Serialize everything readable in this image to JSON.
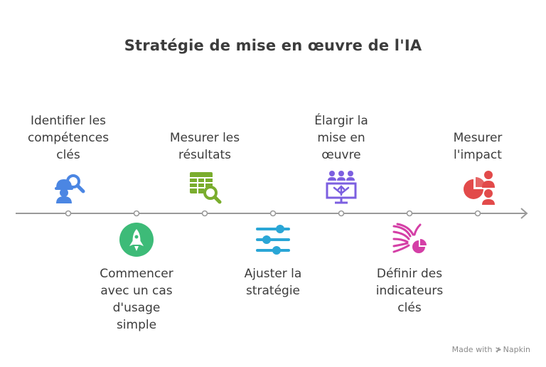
{
  "title": "Stratégie de mise en œuvre de l'IA",
  "steps": [
    {
      "label": "Identifier les\ncompétences\nclés",
      "position": "top",
      "icon": "worker-search-icon",
      "color": "#4b86e3"
    },
    {
      "label": "Commencer\navec un cas\nd'usage\nsimple",
      "position": "bottom",
      "icon": "rocket-icon",
      "color": "#3dbb78"
    },
    {
      "label": "Mesurer les\nrésultats",
      "position": "top",
      "icon": "table-search-icon",
      "color": "#7aad2e"
    },
    {
      "label": "Ajuster la\nstratégie",
      "position": "bottom",
      "icon": "sliders-icon",
      "color": "#2aa6d6"
    },
    {
      "label": "Élargir la\nmise en\nœuvre",
      "position": "top",
      "icon": "team-expand-icon",
      "color": "#7c5fe0"
    },
    {
      "label": "Définir des\nindicateurs\nclés",
      "position": "bottom",
      "icon": "funnel-chart-icon",
      "color": "#d43fa6"
    },
    {
      "label": "Mesurer\nl'impact",
      "position": "top",
      "icon": "pie-people-icon",
      "color": "#e24a4a"
    }
  ],
  "footer": {
    "made_with": "Made with",
    "brand": "Napkin"
  }
}
